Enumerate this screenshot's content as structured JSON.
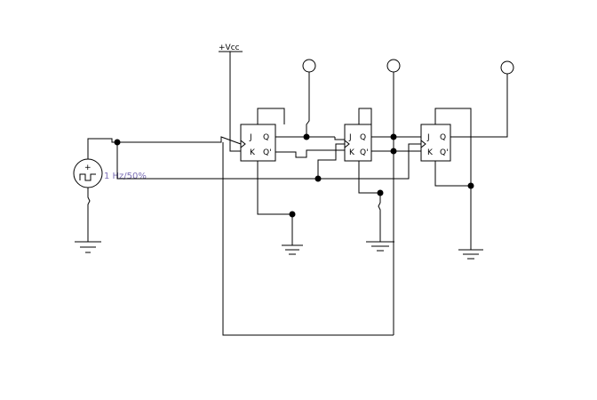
{
  "supply": {
    "label": "+Vcc"
  },
  "source": {
    "label": "1 Hz/50%",
    "plus": "+"
  },
  "flipflops": [
    {
      "j": "J",
      "k": "K",
      "q": "Q",
      "qbar": "Q'"
    },
    {
      "j": "J",
      "k": "K",
      "q": "Q",
      "qbar": "Q'"
    },
    {
      "j": "J",
      "k": "K",
      "q": "Q",
      "qbar": "Q'"
    }
  ],
  "colors": {
    "wire": "#000000",
    "source_label": "#7b6fb5"
  }
}
